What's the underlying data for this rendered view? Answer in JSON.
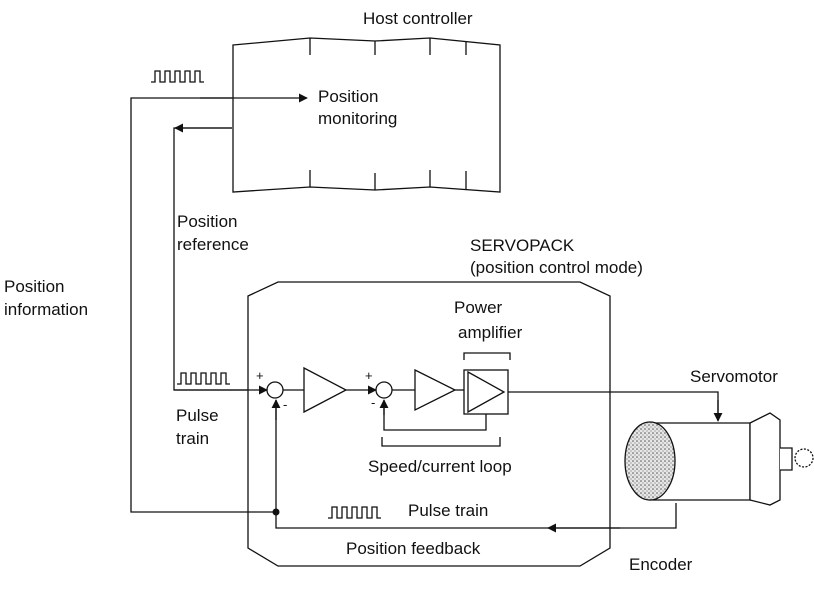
{
  "host": {
    "title": "Host controller",
    "position_monitoring": [
      "Position",
      "monitoring"
    ]
  },
  "servopack": {
    "title": [
      "SERVOPACK",
      "(position control mode)"
    ]
  },
  "labels": {
    "position_information": [
      "Position",
      "information"
    ],
    "position_reference": [
      "Position",
      "reference"
    ],
    "pulse_train_input": [
      "Pulse",
      "train"
    ],
    "power_amplifier": [
      "Power",
      "amplifier"
    ],
    "speed_current_loop": "Speed/current loop",
    "servomotor": "Servomotor",
    "pulse_train_feedback": "Pulse train",
    "position_feedback": "Position feedback",
    "encoder": "Encoder"
  },
  "signs": {
    "plus": "+",
    "minus": "-"
  },
  "colors": {
    "line": "#111111",
    "background": "#ffffff",
    "motor_face": "#cfcfcf"
  }
}
